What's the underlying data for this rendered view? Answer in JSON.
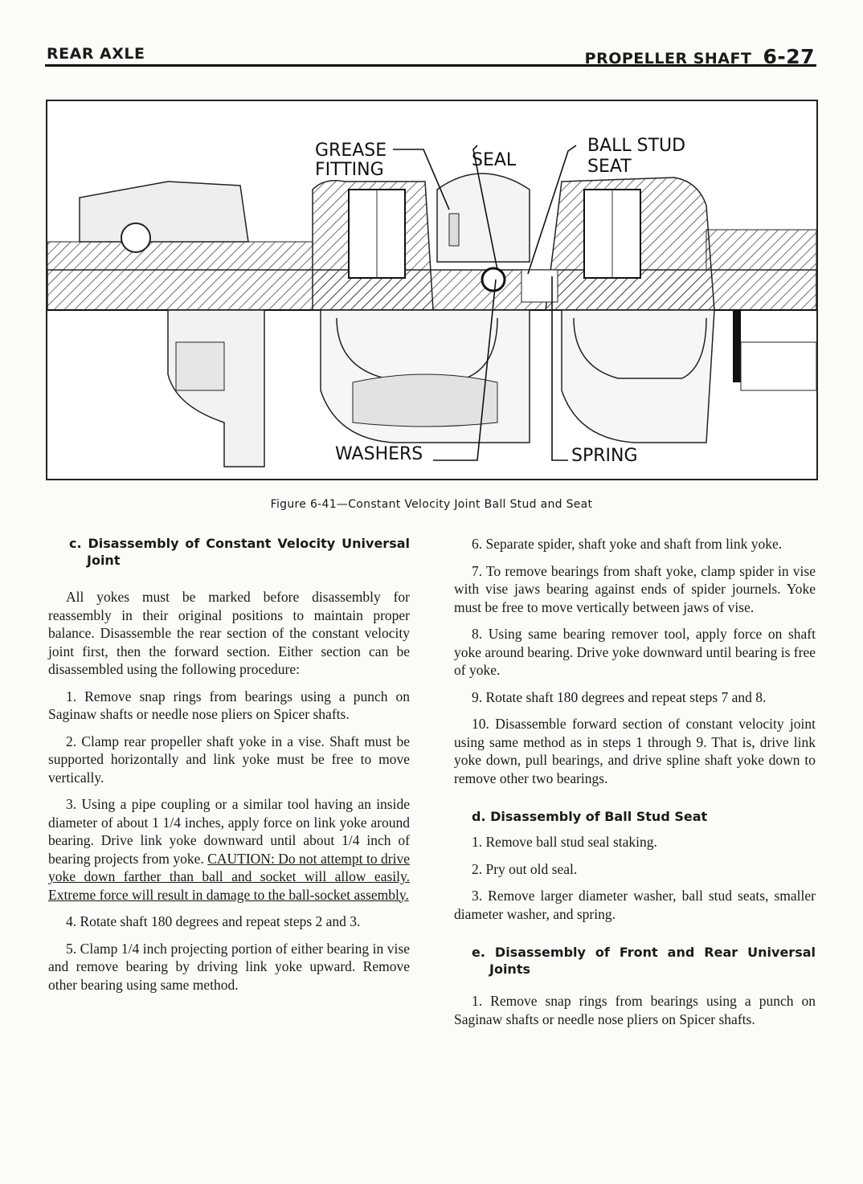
{
  "header": {
    "left": "REAR AXLE",
    "section": "PROPELLER SHAFT",
    "page": "6-27"
  },
  "figure": {
    "labels": {
      "grease_1": "GREASE",
      "grease_2": "FITTING",
      "seal": "SEAL",
      "ball_1": "BALL STUD",
      "ball_2": "SEAT",
      "washers": "WASHERS",
      "spring": "SPRING"
    },
    "caption": "Figure 6-41—Constant Velocity Joint Ball Stud and Seat"
  },
  "left": {
    "head": "c. Disassembly of Constant Velocity Universal Joint",
    "intro": "All yokes must be marked before disassembly for reassembly in their original positions to maintain proper balance. Disassemble the rear section of the constant velocity joint first, then the forward section. Either section can be disassembled using the following procedure:",
    "s1": "1. Remove snap rings from bearings using a punch on Saginaw shafts or needle nose pliers on Spicer shafts.",
    "s2": "2. Clamp rear propeller shaft yoke in a vise. Shaft must be supported horizontally and link yoke must be free to move vertically.",
    "s3": "3. Using a pipe coupling or a similar tool having an inside diameter of about 1 1/4 inches, apply force on link yoke around bearing. Drive link yoke downward until about 1/4 inch of bearing projects from yoke.",
    "s3_caution": "CAUTION: Do not attempt to drive yoke down farther than ball and socket will allow easily. Extreme force will result in damage to the ball-socket assembly.",
    "s4": "4. Rotate shaft 180 degrees and repeat steps 2 and 3.",
    "s5": "5. Clamp 1/4 inch projecting portion of either bearing in vise and remove bearing by driving link yoke upward. Remove other bearing using same method."
  },
  "right": {
    "s6": "6. Separate spider, shaft yoke and shaft from link yoke.",
    "s7": "7. To remove bearings from shaft yoke, clamp spider in vise with vise jaws bearing against ends of spider journels. Yoke must be free to move vertically between jaws of vise.",
    "s8": "8. Using same bearing remover tool, apply force on shaft yoke around bearing. Drive yoke downward until bearing is free of yoke.",
    "s9": "9. Rotate shaft 180 degrees and repeat steps 7 and 8.",
    "s10": "10. Disassemble forward section of constant velocity joint using same method as in steps 1 through 9. That is, drive link yoke down, pull bearings, and drive spline shaft yoke down to remove other two bearings.",
    "head_d": "d. Disassembly of Ball Stud Seat",
    "d1": "1. Remove ball stud seal staking.",
    "d2": "2. Pry out old seal.",
    "d3": "3. Remove larger diameter washer, ball stud seats, smaller diameter washer, and spring.",
    "head_e": "e. Disassembly of Front and Rear Universal Joints",
    "e1": "1. Remove snap rings from bearings using a punch on Saginaw shafts or needle nose pliers on Spicer shafts."
  }
}
